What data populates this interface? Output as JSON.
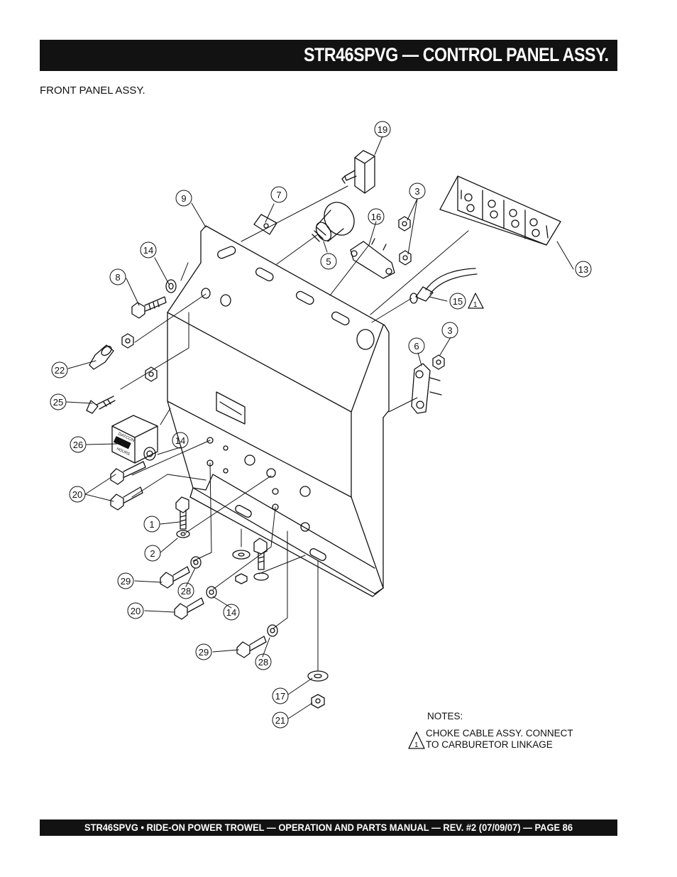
{
  "header": {
    "title": "STR46SPVG — CONTROL PANEL  ASSY."
  },
  "subtitle": "FRONT PANEL ASSY.",
  "callouts": [
    {
      "id": "c19",
      "label": "19"
    },
    {
      "id": "c9",
      "label": "9"
    },
    {
      "id": "c7",
      "label": "7"
    },
    {
      "id": "c3a",
      "label": "3"
    },
    {
      "id": "c16",
      "label": "16"
    },
    {
      "id": "c14a",
      "label": "14"
    },
    {
      "id": "c8",
      "label": "8"
    },
    {
      "id": "c5",
      "label": "5"
    },
    {
      "id": "c13",
      "label": "13"
    },
    {
      "id": "c15",
      "label": "15"
    },
    {
      "id": "c3b",
      "label": "3"
    },
    {
      "id": "c6",
      "label": "6"
    },
    {
      "id": "c22",
      "label": "22"
    },
    {
      "id": "c25",
      "label": "25"
    },
    {
      "id": "c26",
      "label": "26"
    },
    {
      "id": "c14b",
      "label": "14"
    },
    {
      "id": "c20a",
      "label": "20"
    },
    {
      "id": "c1",
      "label": "1"
    },
    {
      "id": "c2",
      "label": "2"
    },
    {
      "id": "c29a",
      "label": "29"
    },
    {
      "id": "c28a",
      "label": "28"
    },
    {
      "id": "c20b",
      "label": "20"
    },
    {
      "id": "c14c",
      "label": "14"
    },
    {
      "id": "c29b",
      "label": "29"
    },
    {
      "id": "c28b",
      "label": "28"
    },
    {
      "id": "c17",
      "label": "17"
    },
    {
      "id": "c21",
      "label": "21"
    }
  ],
  "warning_marker": "1",
  "gauge_label": {
    "line1": "DATCON",
    "line2": "HOURS"
  },
  "notes": {
    "heading": "NOTES:",
    "marker": "1",
    "line1": "CHOKE CABLE ASSY. CONNECT",
    "line2": "TO CARBURETOR LINKAGE"
  },
  "footer": "STR46SPVG • RIDE-ON POWER TROWEL — OPERATION AND PARTS MANUAL — REV. #2 (07/09/07) — PAGE 86"
}
